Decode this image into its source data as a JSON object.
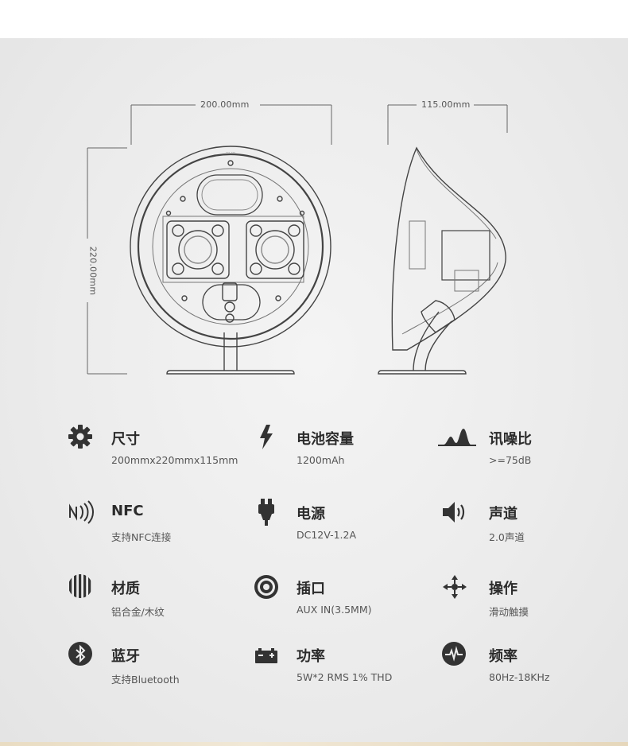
{
  "dimensions": {
    "width_label": "200.00mm",
    "depth_label": "115.00mm",
    "height_label": "220.00mm"
  },
  "colors": {
    "icon": "#333333",
    "line": "#555555"
  },
  "specs": [
    {
      "icon": "gear-icon",
      "title": "尺寸",
      "value": "200mmx220mmx115mm"
    },
    {
      "icon": "lightning-icon",
      "title": "电池容量",
      "value": "1200mAh"
    },
    {
      "icon": "waveform-icon",
      "title": "讯噪比",
      "value": ">=75dB"
    },
    {
      "icon": "nfc-icon",
      "title": "NFC",
      "value": "支持NFC连接"
    },
    {
      "icon": "plug-icon",
      "title": "电源",
      "value": "DC12V-1.2A"
    },
    {
      "icon": "speaker-icon",
      "title": "声道",
      "value": "2.0声道"
    },
    {
      "icon": "wood-grain-icon",
      "title": "材质",
      "value": "铝合金/木纹"
    },
    {
      "icon": "aux-port-icon",
      "title": "插口",
      "value": "AUX IN(3.5MM)"
    },
    {
      "icon": "touch-arrows-icon",
      "title": "操作",
      "value": "滑动触摸"
    },
    {
      "icon": "bluetooth-icon",
      "title": "蓝牙",
      "value": "支持Bluetooth"
    },
    {
      "icon": "battery-icon",
      "title": "功率",
      "value": "5W*2 RMS 1% THD"
    },
    {
      "icon": "frequency-icon",
      "title": "频率",
      "value": "80Hz-18KHz"
    }
  ]
}
